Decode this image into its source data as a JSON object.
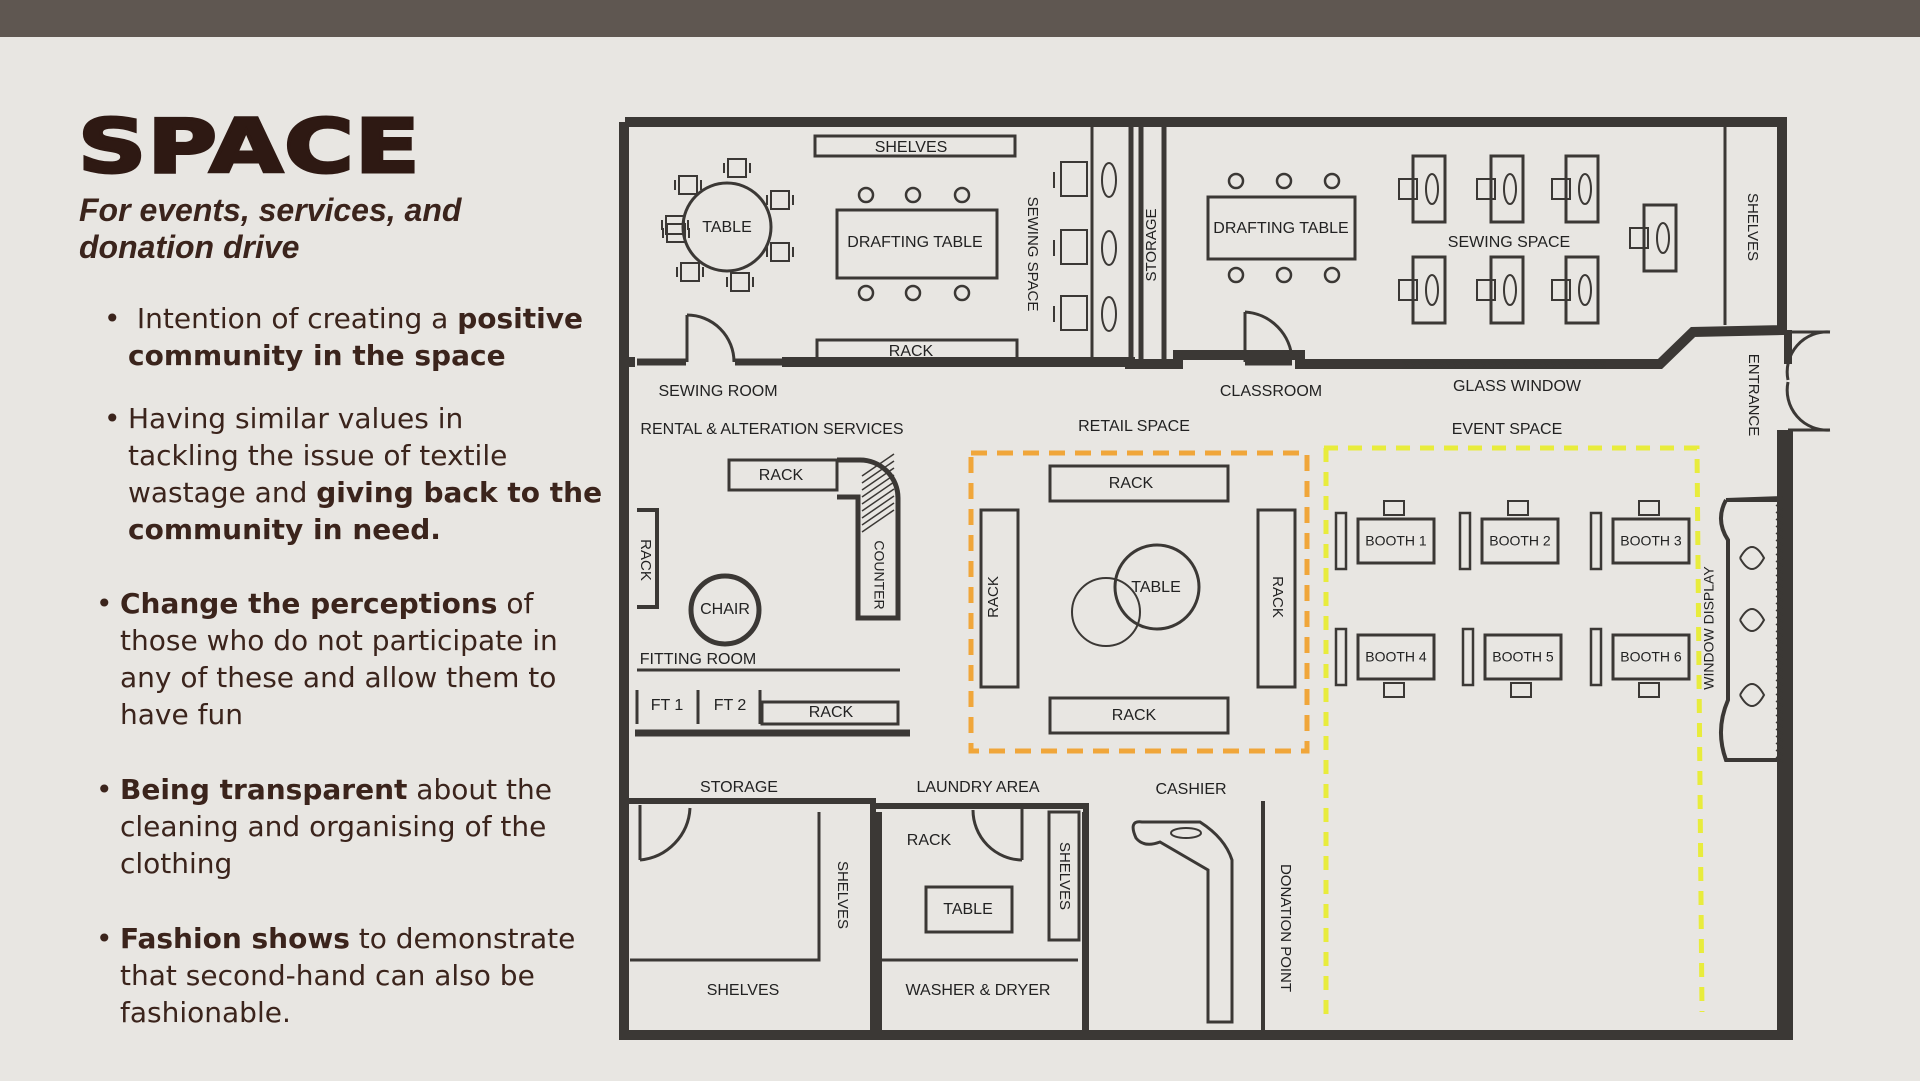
{
  "header": {
    "title": "SPACE",
    "subtitle": "For  events, services, and donation drive"
  },
  "bullets": [
    {
      "lines": [
        [
          {
            "t": " Intention of creating a "
          },
          {
            "t": "positive",
            "b": true
          }
        ],
        [
          {
            "t": "community in the space",
            "b": true
          }
        ]
      ]
    },
    {
      "lines": [
        [
          {
            "t": "Having similar values in"
          }
        ],
        [
          {
            "t": "tackling the issue of textile"
          }
        ],
        [
          {
            "t": "wastage and "
          },
          {
            "t": "giving back to the",
            "b": true
          }
        ],
        [
          {
            "t": "community in need.",
            "b": true
          }
        ]
      ]
    },
    {
      "lines": [
        [
          {
            "t": "Change the perceptions",
            "b": true
          },
          {
            "t": " of"
          }
        ],
        [
          {
            "t": "those who do not participate in"
          }
        ],
        [
          {
            "t": "any of these and allow them to"
          }
        ],
        [
          {
            "t": "have fun"
          }
        ]
      ]
    },
    {
      "lines": [
        [
          {
            "t": "Being transparent",
            "b": true
          },
          {
            "t": " about the"
          }
        ],
        [
          {
            "t": "cleaning and organising of the"
          }
        ],
        [
          {
            "t": "clothing"
          }
        ]
      ]
    },
    {
      "lines": [
        [
          {
            "t": "Fashion shows",
            "b": true
          },
          {
            "t": " to demonstrate"
          }
        ],
        [
          {
            "t": "that second-hand can also be"
          }
        ],
        [
          {
            "t": "fashionable."
          }
        ]
      ]
    }
  ],
  "floor_plan": {
    "rooms": {
      "sewing_room": "SEWING ROOM",
      "classroom": "CLASSROOM",
      "rental": "RENTAL & ALTERATION SERVICES",
      "retail": "RETAIL SPACE",
      "event": "EVENT SPACE",
      "storage_bottom": "STORAGE",
      "laundry": "LAUNDRY AREA",
      "cashier": "CASHIER",
      "fitting_room": "FITTING ROOM"
    },
    "labels": {
      "shelves": "SHELVES",
      "table": "TABLE",
      "drafting_table": "DRAFTING TABLE",
      "rack": "RACK",
      "sewing_space": "SEWING SPACE",
      "storage": "STORAGE",
      "glass_window": "GLASS WINDOW",
      "entrance": "ENTRANCE",
      "chair": "CHAIR",
      "counter": "COUNTER",
      "ft1": "FT 1",
      "ft2": "FT 2",
      "window_display": "WINDOW DISPLAY",
      "washer_dryer": "WASHER & DRYER",
      "donation_point": "DONATION POINT",
      "booths": [
        "BOOTH 1",
        "BOOTH 2",
        "BOOTH 3",
        "BOOTH 4",
        "BOOTH 5",
        "BOOTH 6"
      ]
    },
    "colors": {
      "wall": "#3b3835",
      "retail_outline": "#f0a63a",
      "event_outline": "#e8ec3c"
    }
  }
}
